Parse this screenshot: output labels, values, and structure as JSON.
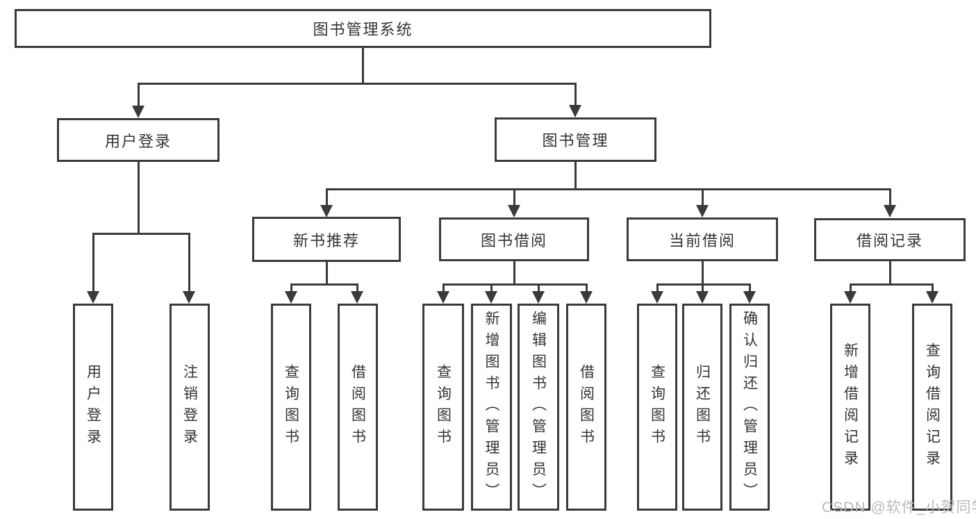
{
  "tree": {
    "root": {
      "label": "图书管理系统",
      "children": [
        {
          "label": "用户登录",
          "children": [
            {
              "label": "用户登录"
            },
            {
              "label": "注销登录"
            }
          ]
        },
        {
          "label": "图书管理",
          "children": [
            {
              "label": "新书推荐",
              "children": [
                {
                  "label": "查询图书"
                },
                {
                  "label": "借阅图书"
                }
              ]
            },
            {
              "label": "图书借阅",
              "children": [
                {
                  "label": "查询图书"
                },
                {
                  "label": "新增图书（管理员）"
                },
                {
                  "label": "编辑图书（管理员）"
                },
                {
                  "label": "借阅图书"
                }
              ]
            },
            {
              "label": "当前借阅",
              "children": [
                {
                  "label": "查询图书"
                },
                {
                  "label": "归还图书"
                },
                {
                  "label": "确认归还（管理员）"
                }
              ]
            },
            {
              "label": "借阅记录",
              "children": [
                {
                  "label": "新增借阅记录"
                },
                {
                  "label": "查询借阅记录"
                }
              ]
            }
          ]
        }
      ]
    }
  },
  "watermark": {
    "text": "CSDN @软件_小贺同学"
  },
  "colors": {
    "line": "#3a3a3a",
    "text": "#333333",
    "watermark": "#b9b9b9",
    "background": "#ffffff"
  }
}
